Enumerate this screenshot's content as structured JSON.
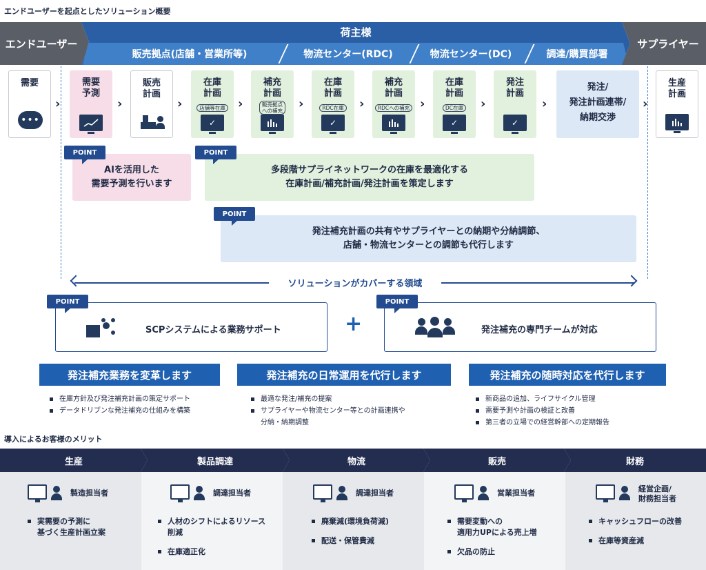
{
  "title": "エンドユーザーを起点としたソリューション概要",
  "header": {
    "end_user": "エンドユーザー",
    "shipper": "荷主様",
    "supplier": "サプライヤー",
    "sub": [
      "販売拠点(店舗・営業所等)",
      "物流センター(RDC)",
      "物流センター(DC)",
      "調達/購買部署"
    ]
  },
  "process": [
    {
      "title": "需要",
      "sub": ""
    },
    {
      "title": "需要\n予測",
      "sub": ""
    },
    {
      "title": "販売\n計画",
      "sub": ""
    },
    {
      "title": "在庫\n計画",
      "sub": "店舗等在庫"
    },
    {
      "title": "補充\n計画",
      "sub": "販売拠点\nへの補充"
    },
    {
      "title": "在庫\n計画",
      "sub": "RDC在庫"
    },
    {
      "title": "補充\n計画",
      "sub": "RDCへの補充"
    },
    {
      "title": "在庫\n計画",
      "sub": "DC在庫"
    },
    {
      "title": "発注\n計画",
      "sub": ""
    },
    {
      "title": "発注/\n発注計画連帯/\n納期交渉",
      "sub": ""
    },
    {
      "title": "生産\n計画",
      "sub": ""
    }
  ],
  "point_label": "POINT",
  "points": {
    "ai": "AIを活用した\n需要予測を行います",
    "network": "多段階サプライネットワークの在庫を最適化する\n在庫計画/補充計画/発注計画を策定します",
    "share": "発注補充計画の共有やサプライヤーとの納期や分納調節、\n店舗・物流センターとの調節も代行します"
  },
  "coverage": "ソリューションがカバーする領域",
  "support": {
    "left": "SCPシステムによる業務サポート",
    "plus": "+",
    "right": "発注補充の専門チームが対応"
  },
  "banners": [
    {
      "title": "発注補充業務を変革します",
      "items": [
        "在庫方針及び発注補充計画の策定サポート",
        "データドリブンな発注補充の仕組みを構築"
      ]
    },
    {
      "title": "発注補充の日常運用を代行します",
      "items": [
        "最適な発注/補充の提案",
        "サプライヤーや物流センター等との計画連携や\n分納・納期調整"
      ]
    },
    {
      "title": "発注補充の随時対応を代行します",
      "items": [
        "新商品の追加、ライフサイクル管理",
        "需要予測や計画の検証と改善",
        "第三者の立場での経営幹部への定期報告"
      ]
    }
  ],
  "merits_title": "導入によるお客様のメリット",
  "merits": [
    {
      "head": "生産",
      "role": "製造担当者",
      "items": [
        "実需要の予測に\n基づく生産計画立案"
      ]
    },
    {
      "head": "製品調達",
      "role": "調達担当者",
      "items": [
        "人材のシフトによるリソース\n削減",
        "在庫適正化"
      ]
    },
    {
      "head": "物流",
      "role": "調達担当者",
      "items": [
        "廃棄減(環境負荷減)",
        "配送・保管費減"
      ]
    },
    {
      "head": "販売",
      "role": "営業担当者",
      "items": [
        "需要変動への\n適用力UPによる売上増",
        "欠品の防止"
      ]
    },
    {
      "head": "財務",
      "role": "経営企画/\n財務担当者",
      "items": [
        "キャッシュフローの改善",
        "在庫等資産減"
      ]
    }
  ],
  "colors": {
    "navy": "#222d50",
    "blue": "#2060b0",
    "pink": "#f7dde8",
    "green": "#e1f1dd",
    "lightblue": "#dce8f6"
  }
}
